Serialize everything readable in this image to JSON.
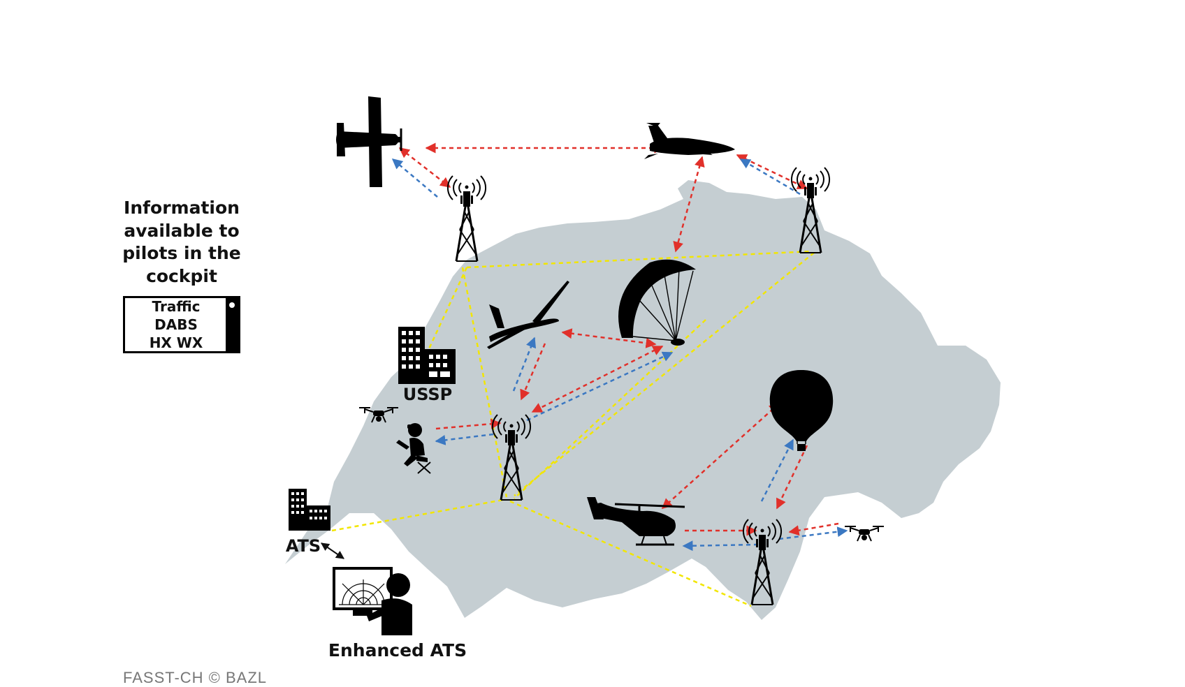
{
  "sidebar": {
    "title_lines": [
      "Information",
      "available to",
      "pilots in the",
      "cockpit"
    ],
    "cockpit_items": [
      "Traffic",
      "DABS",
      "HX WX"
    ]
  },
  "labels": {
    "ussp": "USSP",
    "ats": "ATS",
    "enhanced_ats": "Enhanced ATS"
  },
  "footer": {
    "text": "FASST-CH  © BAZL"
  },
  "colors": {
    "map": "#c5ced2",
    "red_link": "#e1302a",
    "blue_link": "#3b78c2",
    "yellow_link": "#f2e600",
    "silhouette": "#000000"
  }
}
